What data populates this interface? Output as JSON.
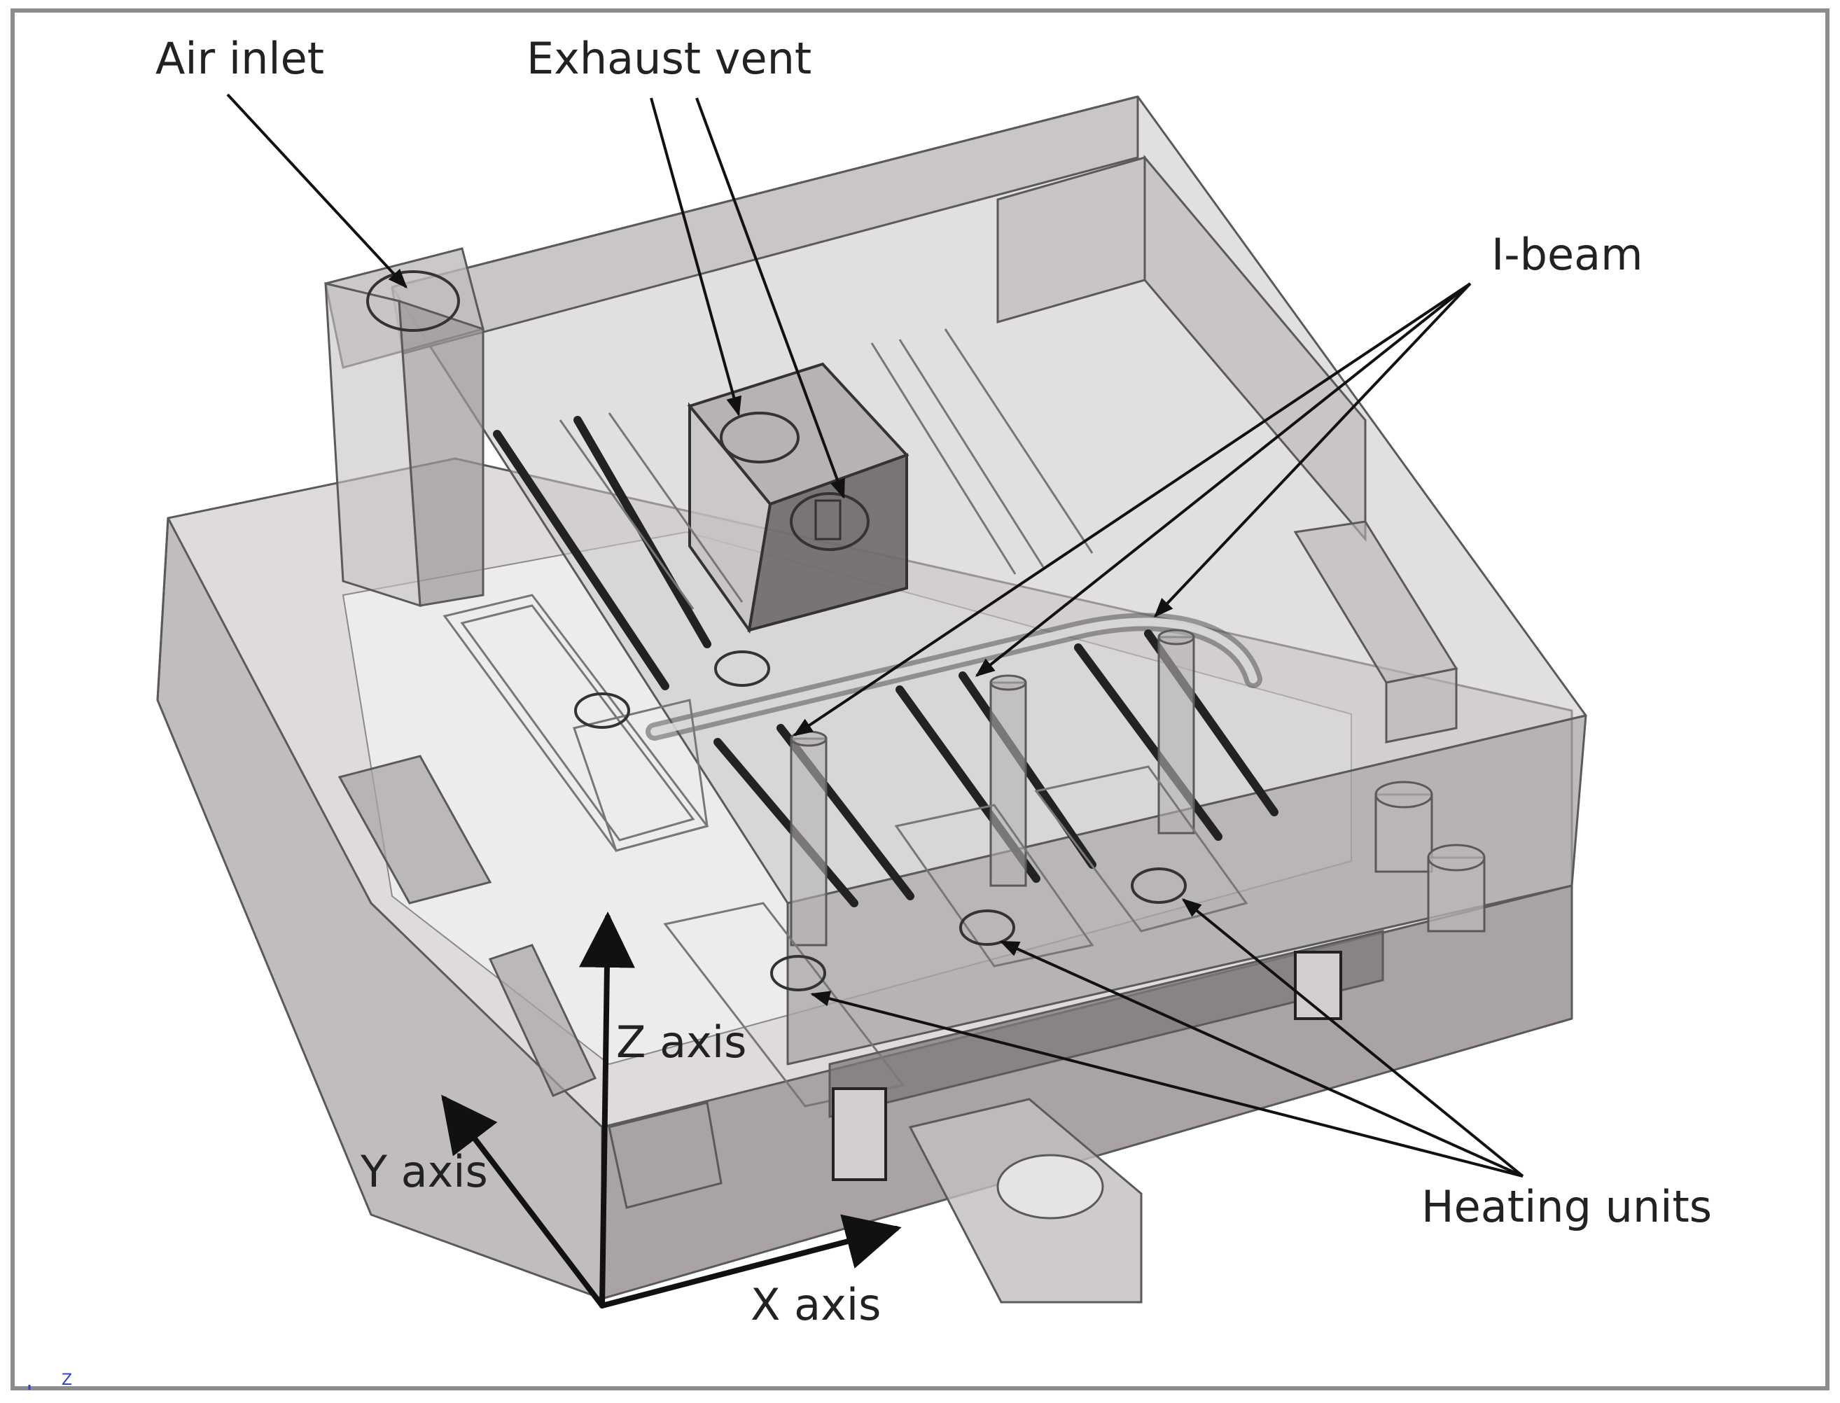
{
  "labels": {
    "air_inlet": "Air inlet",
    "exhaust_vent": "Exhaust vent",
    "i_beam": "I-beam",
    "heating_units": "Heating units",
    "z_axis": "Z axis",
    "y_axis": "Y axis",
    "x_axis": "X axis",
    "corner_axis_z": "Z"
  },
  "colors": {
    "body_fill": "#bdb8bb",
    "top_fill": "#cfcacd",
    "dark_fill": "#6e6869",
    "edge": "#5a5a5a",
    "arrow": "#111111",
    "frame": "#8c8c8c",
    "corner_axis": "#2a3fd0"
  }
}
